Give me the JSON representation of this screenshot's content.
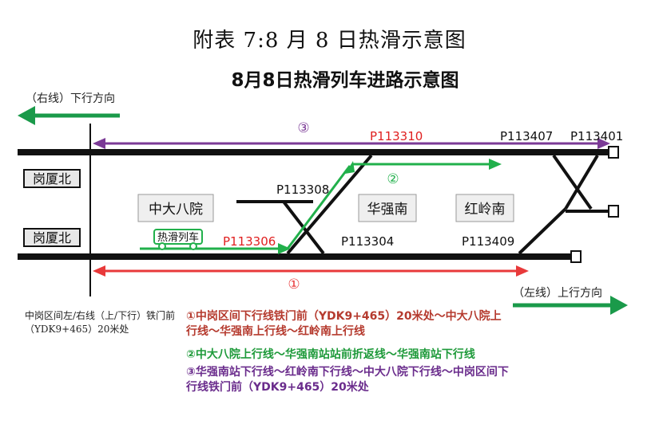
{
  "caption": "附表 7:8 月 8 日热滑示意图",
  "diagram": {
    "title": "8月8日热滑列车进路示意图",
    "direction_down": "（右线）下行方向",
    "direction_up": "（左线）上行方向",
    "station_gangxiabei_top": "岗厦北",
    "station_gangxiabei_bottom": "岗厦北",
    "station_zhongdabayuan": "中大八院",
    "station_huaqiangnan": "华强南",
    "station_honglingnan": "红岭南",
    "train_label": "热滑列车",
    "signals": {
      "p113310": "P113310",
      "p113407": "P113407",
      "p113401": "P113401",
      "p113308": "P113308",
      "p113306": "P113306",
      "p113304": "P113304",
      "p113409": "P113409"
    },
    "route_markers": {
      "r1": "①",
      "r2": "②",
      "r3": "③"
    },
    "note_left": "中岗区间左/右线（上/下行）铁门前（YDK9+465）20米处",
    "legend": {
      "route1": "①中岗区间下行线铁门前（YDK9+465）20米处～中大八院上行线～华强南上行线～红岭南上行线",
      "route2": "②中大八院上行线～华强南站站前折返线～华强南站下行线",
      "route3": "③华强南站下行线～红岭南下行线～中大八院下行线～中岗区间下行线铁门前（YDK9+465）20米处"
    },
    "colors": {
      "route1": "#e8393a",
      "route1_text": "#b53a2e",
      "route2": "#21b04b",
      "route2_text": "#1e9a3a",
      "route3": "#7b3a96",
      "route3_text": "#6a2c8c",
      "direction_arrow": "#1a9a4a",
      "signal_red": "#e02020",
      "track": "#111111"
    }
  }
}
